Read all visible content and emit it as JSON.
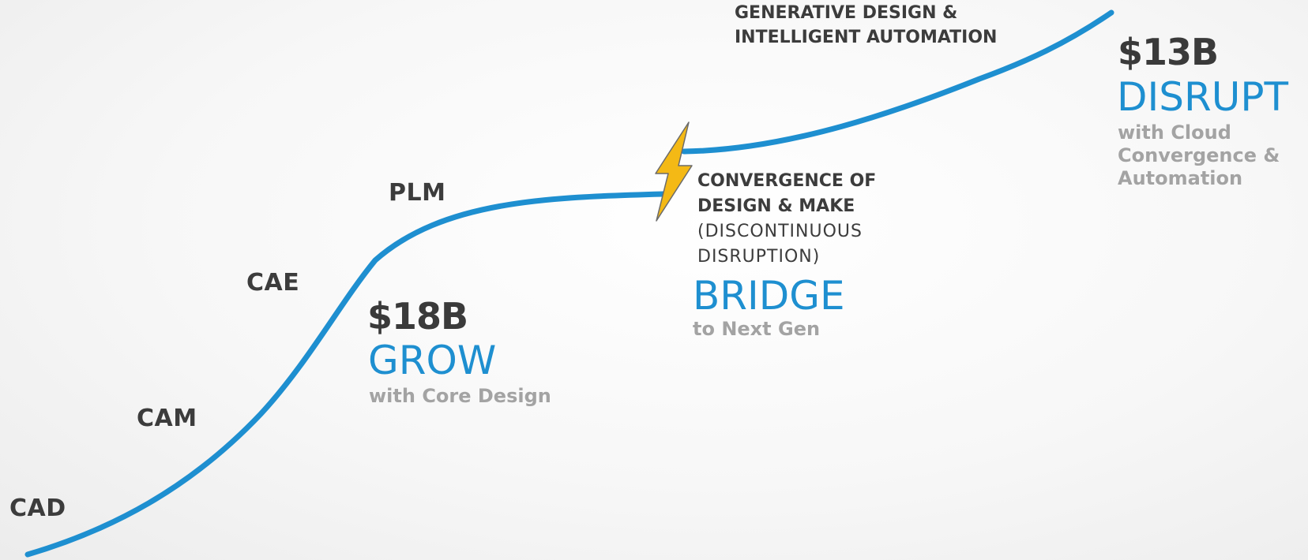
{
  "colors": {
    "curve": "#1e8fd0",
    "bolt_fill": "#f4b915",
    "bolt_stroke": "#6b6b6b",
    "stage_word": "#1e8fd0",
    "dark_text": "#3c3c3c",
    "muted_text": "#a3a3a3"
  },
  "icons": {
    "bolt": "lightning-bolt-icon"
  },
  "technologies": {
    "cad": "CAD",
    "cam": "CAM",
    "cae": "CAE",
    "plm": "PLM"
  },
  "grow": {
    "amount": "$18B",
    "title": "GROW",
    "subtitle": "with Core Design"
  },
  "bridge": {
    "line1": "CONVERGENCE OF",
    "line2": "DESIGN & MAKE",
    "line3": "(DISCONTINUOUS",
    "line4": "DISRUPTION)",
    "title": "BRIDGE",
    "subtitle": "to Next Gen"
  },
  "generative": {
    "line1": "GENERATIVE DESIGN &",
    "line2": "INTELLIGENT AUTOMATION"
  },
  "disrupt": {
    "amount": "$13B",
    "title": "DISRUPT",
    "sub1": "with Cloud",
    "sub2": "Convergence &",
    "sub3": "Automation"
  }
}
